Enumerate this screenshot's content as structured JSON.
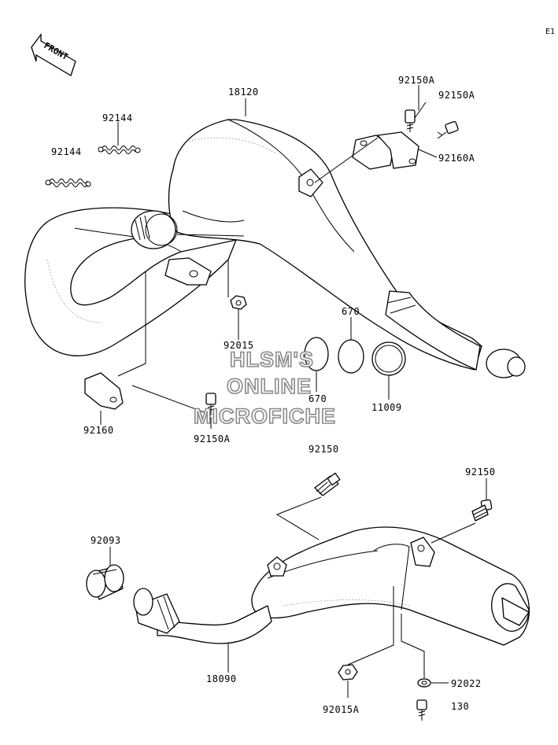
{
  "page_code": "E1",
  "front_label": "FRONT",
  "watermark": {
    "line1": "HLSM'S",
    "line2": "ONLINE",
    "line3": "MICROFICHE"
  },
  "labels": {
    "p18120": "18120",
    "p92150A_top": "92150A",
    "p92150A_top2": "92150A",
    "p92160A": "92160A",
    "p92144_a": "92144",
    "p92144_b": "92144",
    "p92015": "92015",
    "p670_a": "670",
    "p670_b": "670",
    "p11009": "11009",
    "p92160": "92160",
    "p92150A_low": "92150A",
    "p92150_mid": "92150",
    "p92150_right": "92150",
    "p92093": "92093",
    "p18090": "18090",
    "p92015A": "92015A",
    "p92022": "92022",
    "p130": "130"
  }
}
